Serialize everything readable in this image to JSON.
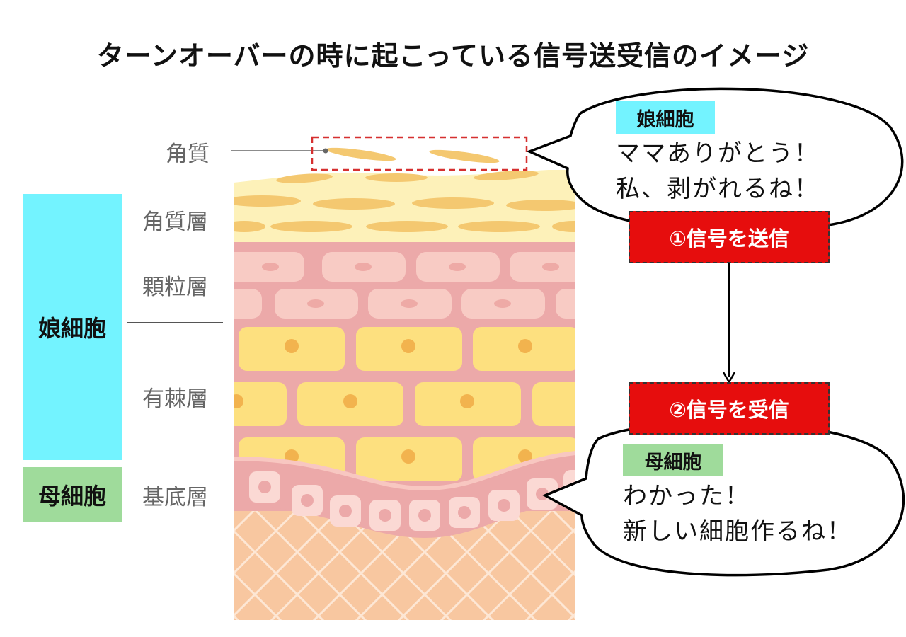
{
  "title": "ターンオーバーの時に起こっている信号送受信のイメージ",
  "colors": {
    "daughter_cell": "#73f3ff",
    "mother_cell": "#9fdb9b",
    "signal_box": "#e60d0d",
    "highlight_border": "#d63030",
    "stratum_corneum": "#fdf1b9",
    "granular": "#eca9a9",
    "spinous_cell": "#fde07f",
    "dermis": "#f8c7a0"
  },
  "layers": {
    "kakushitsu": "角質",
    "kakushitsu_sou": "角質層",
    "kaRyuu_sou": "顆粒層",
    "yuuku_sou": "有棘層",
    "kitei_sou": "基底層"
  },
  "cell_types": {
    "daughter": "娘細胞",
    "mother": "母細胞"
  },
  "bubble_top": {
    "tag": "娘細胞",
    "line1": "ママありがとう！",
    "line2": "私、剥がれるね！"
  },
  "bubble_bottom": {
    "tag": "母細胞",
    "line1": "わかった！",
    "line2": "新しい細胞作るね！"
  },
  "signals": {
    "send": "①信号を送信",
    "receive": "②信号を受信"
  },
  "icons": {
    "arrow": "arrow-down-icon"
  }
}
